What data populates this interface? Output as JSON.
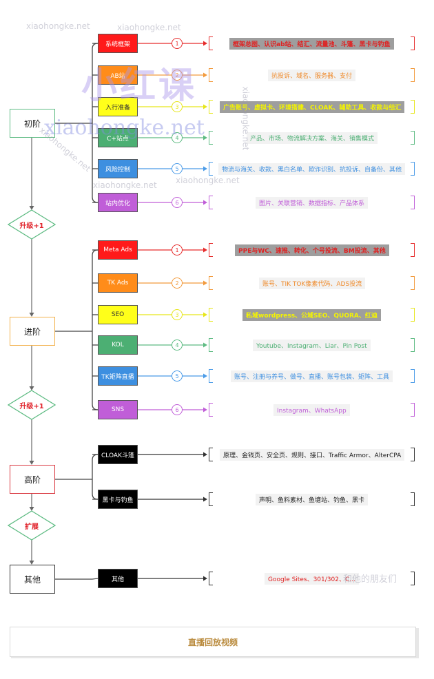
{
  "watermarks": {
    "site_small": "xiaohongke.net",
    "site_big": "xiaohongke.net",
    "brand_cn": "小红课",
    "wechat_tag": "和他的朋友们"
  },
  "diagram": {
    "stages": [
      {
        "id": "basic",
        "label": "初阶",
        "color": "#5dbb82"
      },
      {
        "id": "advanced",
        "label": "进阶",
        "color": "#f2b04a"
      },
      {
        "id": "expert",
        "label": "高阶",
        "color": "#d9363e"
      },
      {
        "id": "other",
        "label": "其他",
        "color": "#333333"
      }
    ],
    "transitions": [
      {
        "label": "升级+1",
        "color": "#5dbb82"
      },
      {
        "label": "升级+1",
        "color": "#5dbb82"
      },
      {
        "label": "扩展",
        "color": "#5dbb82"
      }
    ],
    "groups": [
      {
        "stage": "basic",
        "items": [
          {
            "label": "系统框架",
            "num": "1",
            "bg": "#ff1a1a",
            "fg": "#ffffff",
            "color": "#e62b2b",
            "desc": "框架总图、认识ab站、结汇、流量池、斗篷、黑卡与钓鱼",
            "desc_bg": "#9e9e9e",
            "desc_fg": "#e02020"
          },
          {
            "label": "AB站",
            "num": "2",
            "bg": "#ff8c1a",
            "fg": "#ffffff",
            "color": "#f29a3c",
            "desc": "抗投诉、域名、服务器、支付",
            "desc_bg": "#f2f2f2",
            "desc_fg": "#ef8a2a"
          },
          {
            "label": "入行准备",
            "num": "3",
            "bg": "#ffff1a",
            "fg": "#333333",
            "color": "#e6e61a",
            "desc": "广告账号、虚拟卡、环境搭建、CLOAK、辅助工具、收款与结汇",
            "desc_bg": "#9e9e9e",
            "desc_fg": "#f4f400"
          },
          {
            "label": "C+站点",
            "num": "4",
            "bg": "#4caf73",
            "fg": "#ffffff",
            "color": "#5dbb82",
            "desc": "产品、市场、物流解决方案、海关、销售模式",
            "desc_bg": "#f2f2f2",
            "desc_fg": "#4caf73"
          },
          {
            "label": "风险控制",
            "num": "5",
            "bg": "#3d8fe0",
            "fg": "#ffffff",
            "color": "#4a9be8",
            "desc": "物流与海关、收款、黑白名单、欺诈识别、抗投诉、自备份、其他",
            "desc_bg": "#f2f2f2",
            "desc_fg": "#3d8fe0"
          },
          {
            "label": "站内优化",
            "num": "6",
            "bg": "#c05ed8",
            "fg": "#ffffff",
            "color": "#c05ed8",
            "desc": "图片、关联营销、数据指标、产品体系",
            "desc_bg": "#f2f2f2",
            "desc_fg": "#c05ed8"
          }
        ]
      },
      {
        "stage": "advanced",
        "items": [
          {
            "label": "Meta Ads",
            "num": "1",
            "bg": "#ff1a1a",
            "fg": "#ffffff",
            "color": "#e62b2b",
            "desc": "PPE与WC、速推、转化、个号投流、BM投流、其他",
            "desc_bg": "#9e9e9e",
            "desc_fg": "#e02020"
          },
          {
            "label": "TK Ads",
            "num": "2",
            "bg": "#ff8c1a",
            "fg": "#ffffff",
            "color": "#f29a3c",
            "desc": "账号、TIK TOK像素代码、ADS投流",
            "desc_bg": "#f2f2f2",
            "desc_fg": "#ef8a2a"
          },
          {
            "label": "SEO",
            "num": "3",
            "bg": "#ffff1a",
            "fg": "#333333",
            "color": "#e6e61a",
            "desc": "私域wordpress、公域SEO、QUORA、红迪",
            "desc_bg": "#9e9e9e",
            "desc_fg": "#f4f400"
          },
          {
            "label": "KOL",
            "num": "4",
            "bg": "#4caf73",
            "fg": "#ffffff",
            "color": "#5dbb82",
            "desc": "Youtube、Instagram、Liar、Pin Post",
            "desc_bg": "#f2f2f2",
            "desc_fg": "#4caf73"
          },
          {
            "label": "TK矩阵直播",
            "num": "5",
            "bg": "#3d8fe0",
            "fg": "#ffffff",
            "color": "#4a9be8",
            "desc": "账号、注册与养号、做号、直播、账号包装、矩阵、工具",
            "desc_bg": "#f2f2f2",
            "desc_fg": "#3d8fe0"
          },
          {
            "label": "SNS",
            "num": "6",
            "bg": "#c05ed8",
            "fg": "#ffffff",
            "color": "#c05ed8",
            "desc": "Instagram、WhatsApp",
            "desc_bg": "#f2f2f2",
            "desc_fg": "#c05ed8"
          }
        ]
      },
      {
        "stage": "expert",
        "items": [
          {
            "label": "CLOAK斗篷",
            "bg": "#000000",
            "fg": "#ffffff",
            "color": "#333333",
            "desc": "原理、金钱页、安全页、规则、接口、Traffic Armor、AlterCPA",
            "desc_bg": "#f2f2f2",
            "desc_fg": "#222222"
          },
          {
            "label": "黑卡与钓鱼",
            "bg": "#000000",
            "fg": "#ffffff",
            "color": "#333333",
            "desc": "声明、鱼料素材、鱼塘站、钓鱼、黑卡",
            "desc_bg": "#f2f2f2",
            "desc_fg": "#222222"
          }
        ]
      },
      {
        "stage": "other",
        "items": [
          {
            "label": "其他",
            "bg": "#000000",
            "fg": "#ffffff",
            "color": "#333333",
            "desc": "Google Sites、301/302、C...",
            "desc_bg": "#f2f2f2",
            "desc_fg": "#e02020"
          }
        ]
      }
    ]
  },
  "replay_button": {
    "label": "直播回放视频"
  }
}
